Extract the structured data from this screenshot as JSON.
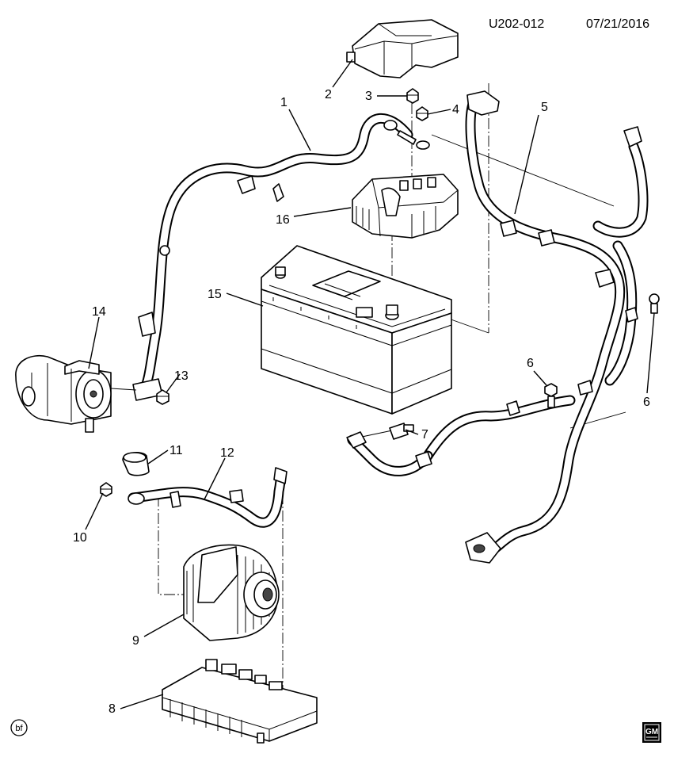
{
  "header": {
    "figure_code": "U202-012",
    "date": "07/21/2016"
  },
  "callouts": [
    "1",
    "2",
    "3",
    "4",
    "5",
    "6",
    "6",
    "7",
    "8",
    "9",
    "10",
    "11",
    "12",
    "13",
    "14",
    "15",
    "16"
  ],
  "footer": {
    "author_badge": "bf",
    "logo_text": "GM"
  },
  "icons": {
    "author_badge": "circled-text-icon",
    "logo": "gm-logo-icon"
  }
}
